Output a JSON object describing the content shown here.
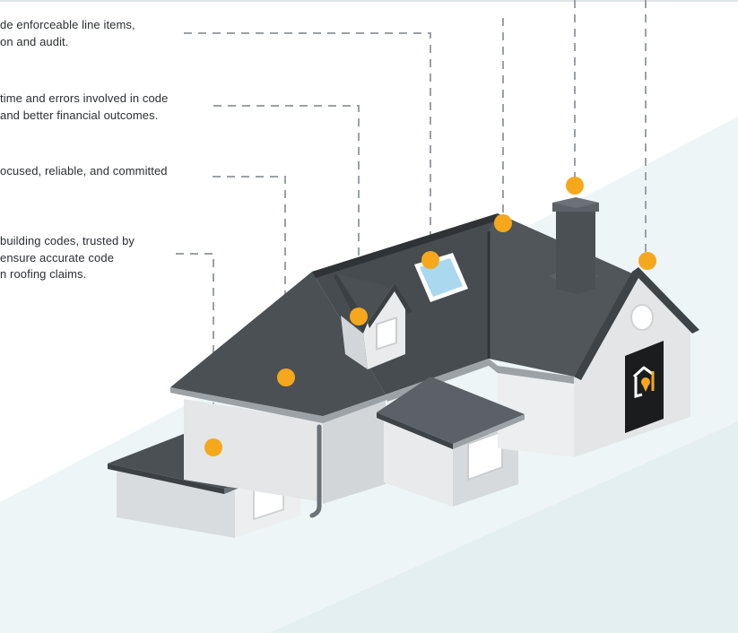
{
  "callouts": [
    {
      "id": "enforceable-items",
      "lines": [
        "de enforceable line items,",
        "on and audit."
      ]
    },
    {
      "id": "time-and-errors",
      "lines": [
        "time and errors involved in code",
        "and better financial outcomes."
      ]
    },
    {
      "id": "focused-reliable",
      "lines": [
        "ocused, reliable, and committed"
      ]
    },
    {
      "id": "building-codes",
      "lines": [
        "building codes, trusted by",
        "ensure accurate code",
        "n roofing claims."
      ]
    }
  ],
  "house": {
    "door_logo_icon": "house-pin-logo-icon"
  },
  "colors": {
    "marker": "#f5a81c",
    "roof": "#4a5054",
    "roof_light": "#5b6166",
    "wall": "#e6e8e9",
    "wall_shade": "#d4d7d9",
    "skylight": "#a9d8ef",
    "door": "#1a1c1e",
    "leader_line": "#9aa1a6",
    "ground": "#edf5f7"
  }
}
